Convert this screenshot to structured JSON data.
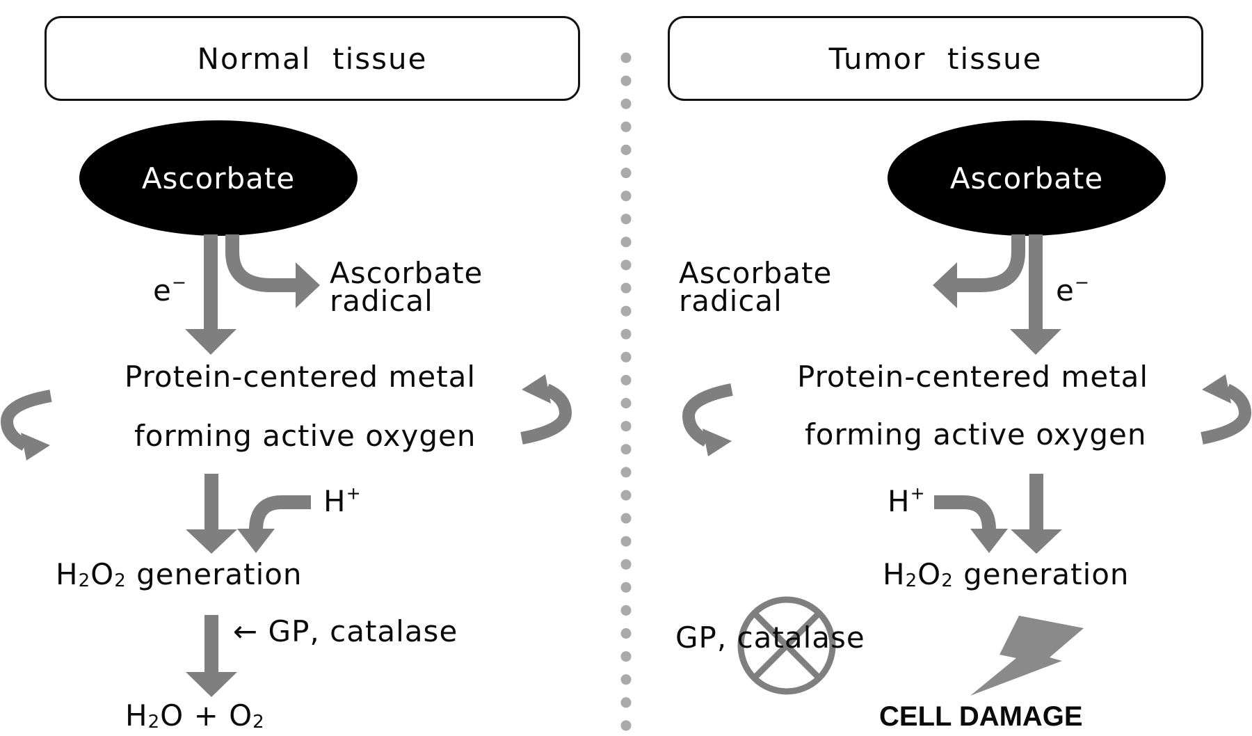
{
  "normal": {
    "header": "Normal  tissue",
    "ascorbate": "Ascorbate",
    "electron": "e",
    "electron_sup": "−",
    "radical_line1": "Ascorbate",
    "radical_line2": "radical",
    "metal_line1": "Protein-centered metal",
    "metal_line2": "forming active oxygen",
    "proton": "H",
    "proton_sup": "+",
    "h2o2": {
      "h": "H",
      "sub2a": "2",
      "o": "O",
      "sub2b": "2",
      "rest": " generation"
    },
    "enzyme": "← GP, catalase",
    "product": {
      "h": "H",
      "sub2a": "2",
      "mid": "O + O",
      "sub2b": "2"
    }
  },
  "tumor": {
    "header": "Tumor  tissue",
    "ascorbate": "Ascorbate",
    "electron": "e",
    "electron_sup": "−",
    "radical_line1": "Ascorbate",
    "radical_line2": "radical",
    "metal_line1": "Protein-centered metal",
    "metal_line2": "forming active oxygen",
    "proton": "H",
    "proton_sup": "+",
    "h2o2": {
      "h": "H",
      "sub2a": "2",
      "o": "O",
      "sub2b": "2",
      "rest": " generation"
    },
    "enzyme": "GP, catalase",
    "damage": "CELL DAMAGE"
  },
  "colors": {
    "arrow": "#7f7f7f",
    "text": "#0a0a0a",
    "divider": "#aaaaaa",
    "ellipse": "#000000"
  }
}
